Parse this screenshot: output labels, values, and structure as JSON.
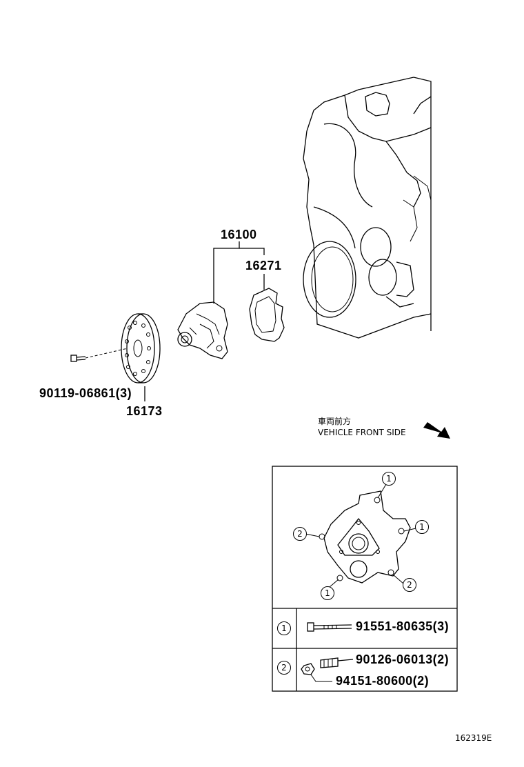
{
  "parts": {
    "water_pump_assy": "16100",
    "gasket": "16271",
    "pulley": "16173",
    "pulley_bolt": "90119-06861(3)"
  },
  "direction": {
    "japanese": "車両前方",
    "english": "VEHICLE FRONT SIDE"
  },
  "detail": {
    "callout_1": "1",
    "callout_2": "2"
  },
  "fastener_table": [
    {
      "ref": "1",
      "parts": [
        "91551-80635(3)"
      ]
    },
    {
      "ref": "2",
      "parts": [
        "90126-06013(2)",
        "94151-80600(2)"
      ]
    }
  ],
  "illustration_id": "162319E"
}
